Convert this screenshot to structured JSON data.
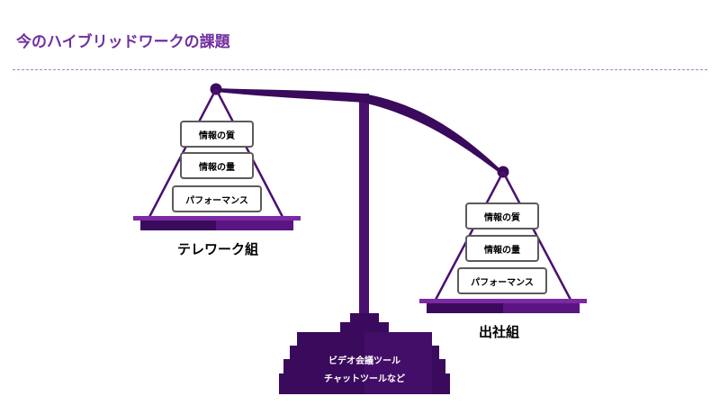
{
  "page": {
    "title": "今のハイブリッドワークの課題"
  },
  "left_pan": {
    "label": "テレワーク組",
    "items": [
      "情報の質",
      "情報の量",
      "パフォーマンス"
    ]
  },
  "right_pan": {
    "label": "出社組",
    "items": [
      "情報の質",
      "情報の量",
      "パフォーマンス"
    ]
  },
  "base": {
    "line1": "ビデオ会議ツール",
    "line2": "チャットツールなど"
  },
  "colors": {
    "title": "#7030a0",
    "scale_dark": "#3a0a5c",
    "scale_mid": "#5b1582",
    "scale_accent": "#7b2aa3",
    "box_border": "#5b5b5b"
  }
}
